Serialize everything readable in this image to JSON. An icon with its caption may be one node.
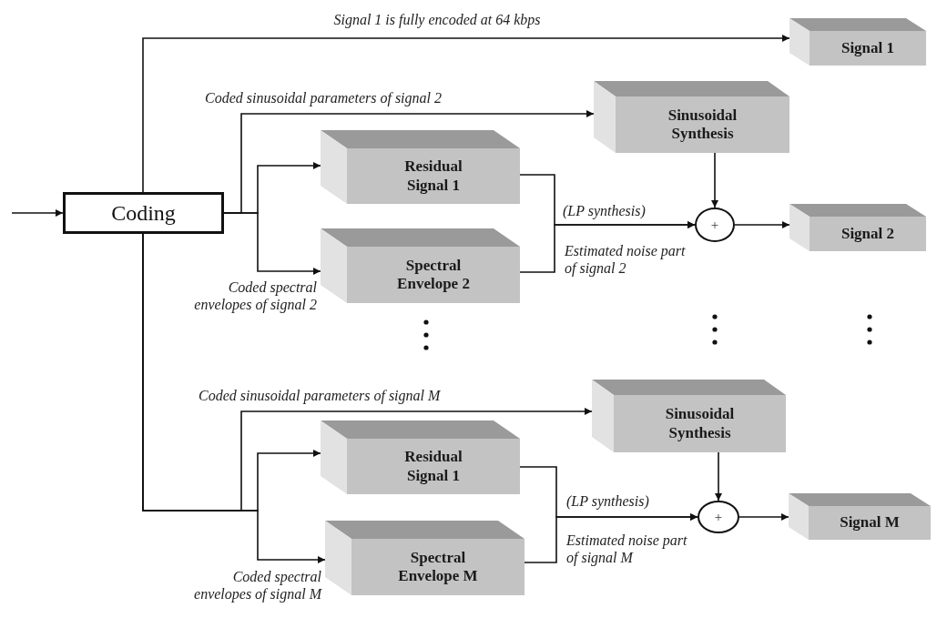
{
  "diagram": {
    "nodes": [
      {
        "text": [
          "Coding"
        ]
      },
      {
        "text": [
          "Signal 1"
        ]
      },
      {
        "text": [
          "Sinusoidal Synthesis"
        ]
      },
      {
        "text": [
          "Residual Signal 1"
        ]
      },
      {
        "text": [
          "Spectral Envelope 2"
        ]
      },
      {
        "text": [
          "+"
        ]
      },
      {
        "text": [
          "Signal 2"
        ]
      },
      {
        "text": [
          "Sinusoidal Synthesis"
        ]
      },
      {
        "text": [
          "Residual Signal 1"
        ]
      },
      {
        "text": [
          "Spectral Envelope M"
        ]
      },
      {
        "text": [
          "+"
        ]
      },
      {
        "text": [
          "Signal M"
        ]
      }
    ],
    "edges": [
      {
        "from": null,
        "to": 0,
        "arrow": "to"
      },
      {
        "from": 0,
        "to": 1,
        "arrow": "to",
        "label": "Signal 1 is fully encoded at 64 kbps"
      },
      {
        "from": 0,
        "to": 2,
        "arrow": "to",
        "label": "Coded sinusoidal parameters of signal 2"
      },
      {
        "from": 0,
        "to": 3,
        "arrow": "to"
      },
      {
        "from": 0,
        "to": 4,
        "arrow": "to",
        "label": "Coded spectral envelopes of signal 2"
      },
      {
        "from": 3,
        "to": 5,
        "arrow": "to",
        "label": "(LP synthesis)"
      },
      {
        "from": 4,
        "to": 5,
        "arrow": "to",
        "label": "Estimated noise part of signal 2"
      },
      {
        "from": 2,
        "to": 5,
        "arrow": "to"
      },
      {
        "from": 5,
        "to": 6,
        "arrow": "to"
      },
      {
        "from": 0,
        "to": 7,
        "arrow": "to",
        "label": "Coded sinusoidal parameters of signal M"
      },
      {
        "from": 0,
        "to": 8,
        "arrow": "to"
      },
      {
        "from": 0,
        "to": 9,
        "arrow": "to",
        "label": "Coded spectral envelopes of signal M"
      },
      {
        "from": 8,
        "to": 10,
        "arrow": "to",
        "label": "(LP synthesis)"
      },
      {
        "from": 9,
        "to": 10,
        "arrow": "to",
        "label": "Estimated noise part of signal M"
      },
      {
        "from": 7,
        "to": 10,
        "arrow": "to"
      },
      {
        "from": 10,
        "to": 11,
        "arrow": "to"
      }
    ]
  }
}
